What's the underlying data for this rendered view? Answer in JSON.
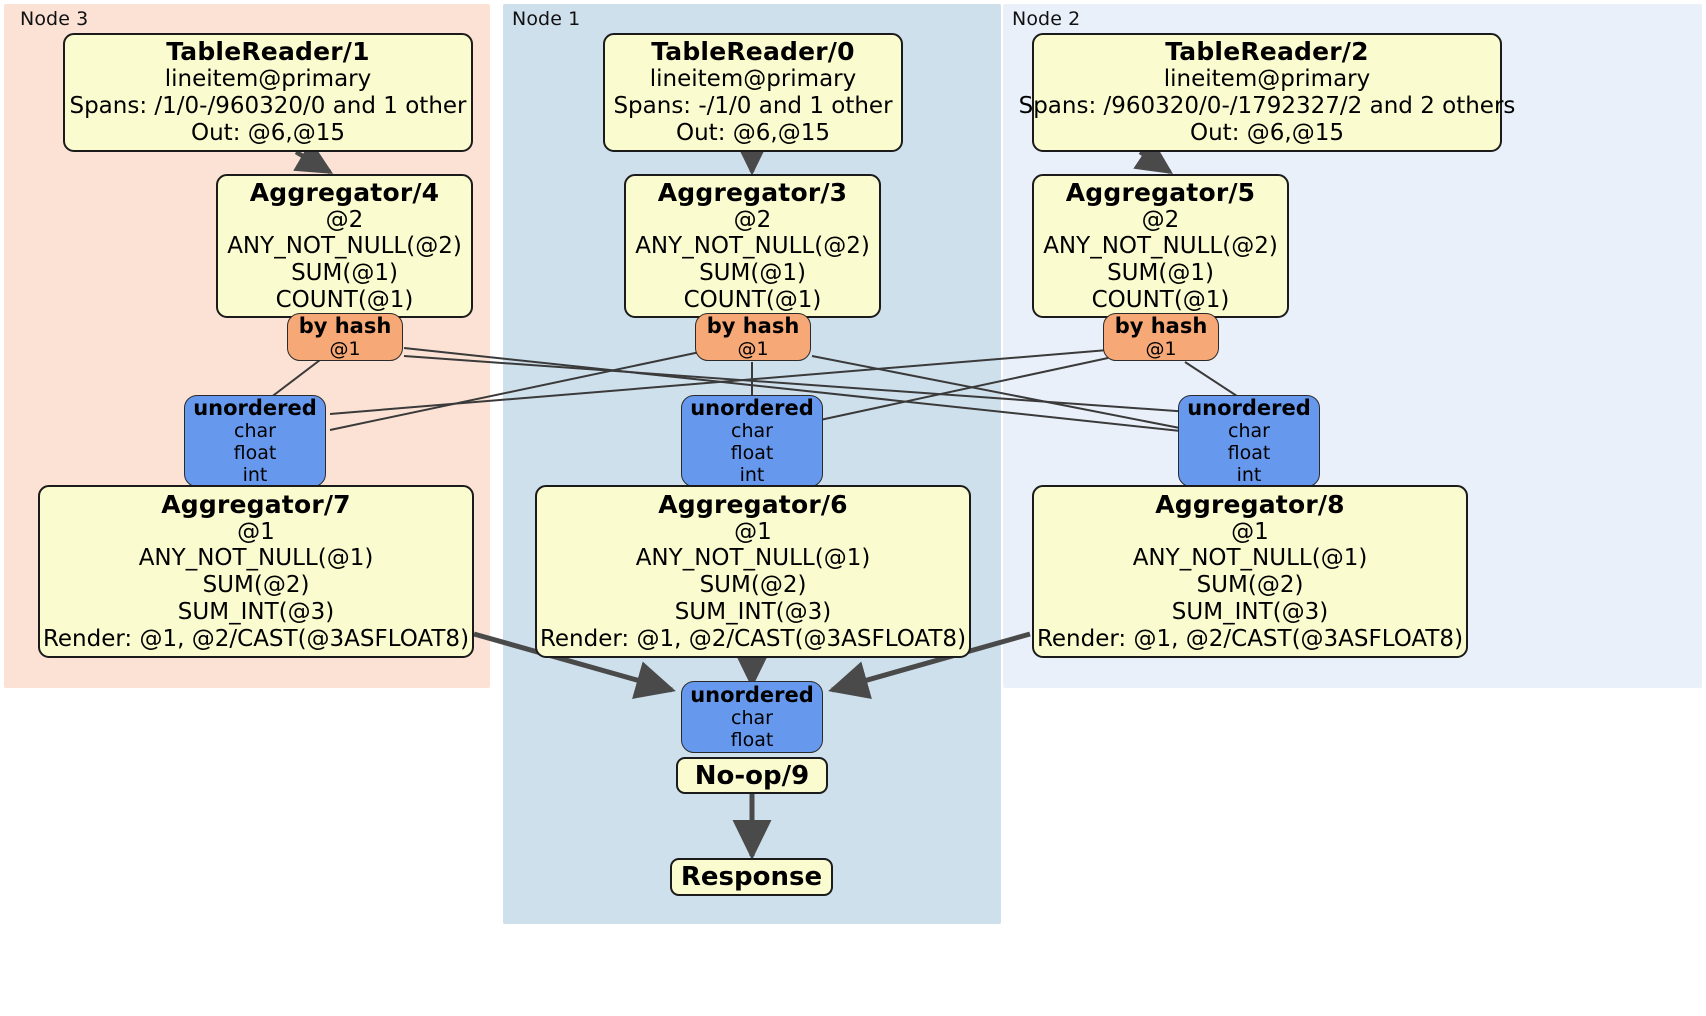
{
  "diagram": {
    "title": "Distributed query plan",
    "colors": {
      "node3_panel": "#fbe2d5",
      "node1_panel": "#cfe0ed",
      "node2_panel": "#eaf0fa",
      "processor_box": "#fbfbd0",
      "processor_border": "#1b1b1b",
      "hash_router": "#f7a877",
      "unordered_router": "#6699ee",
      "edge": "#4a4a4a",
      "thin_edge": "#3a3a3a"
    }
  },
  "panels": [
    {
      "id": "node3",
      "label": "Node 3"
    },
    {
      "id": "node1",
      "label": "Node 1"
    },
    {
      "id": "node2",
      "label": "Node 2"
    }
  ],
  "processors": {
    "tablereader_1": {
      "title": "TableReader/1",
      "lines": [
        "lineitem@primary",
        "Spans: /1/0-/960320/0 and 1 other",
        "Out: @6,@15"
      ]
    },
    "tablereader_0": {
      "title": "TableReader/0",
      "lines": [
        "lineitem@primary",
        "Spans: -/1/0 and 1 other",
        "Out: @6,@15"
      ]
    },
    "tablereader_2": {
      "title": "TableReader/2",
      "lines": [
        "lineitem@primary",
        "Spans: /960320/0-/1792327/2 and 2 others",
        "Out: @6,@15"
      ]
    },
    "aggregator_4": {
      "title": "Aggregator/4",
      "lines": [
        "@2",
        "ANY_NOT_NULL(@2)",
        "SUM(@1)",
        "COUNT(@1)"
      ]
    },
    "aggregator_3": {
      "title": "Aggregator/3",
      "lines": [
        "@2",
        "ANY_NOT_NULL(@2)",
        "SUM(@1)",
        "COUNT(@1)"
      ]
    },
    "aggregator_5": {
      "title": "Aggregator/5",
      "lines": [
        "@2",
        "ANY_NOT_NULL(@2)",
        "SUM(@1)",
        "COUNT(@1)"
      ]
    },
    "aggregator_7": {
      "title": "Aggregator/7",
      "lines": [
        "@1",
        "ANY_NOT_NULL(@1)",
        "SUM(@2)",
        "SUM_INT(@3)",
        "Render: @1, @2/CAST(@3ASFLOAT8)"
      ]
    },
    "aggregator_6": {
      "title": "Aggregator/6",
      "lines": [
        "@1",
        "ANY_NOT_NULL(@1)",
        "SUM(@2)",
        "SUM_INT(@3)",
        "Render: @1, @2/CAST(@3ASFLOAT8)"
      ]
    },
    "aggregator_8": {
      "title": "Aggregator/8",
      "lines": [
        "@1",
        "ANY_NOT_NULL(@1)",
        "SUM(@2)",
        "SUM_INT(@3)",
        "Render: @1, @2/CAST(@3ASFLOAT8)"
      ]
    },
    "noop_9": {
      "title": "No-op/9"
    },
    "response": {
      "title": "Response"
    }
  },
  "routers": {
    "hash_left": {
      "title": "by hash",
      "lines": [
        "@1"
      ]
    },
    "hash_mid": {
      "title": "by hash",
      "lines": [
        "@1"
      ]
    },
    "hash_right": {
      "title": "by hash",
      "lines": [
        "@1"
      ]
    },
    "unord_left": {
      "title": "unordered",
      "lines": [
        "char",
        "float",
        "int"
      ]
    },
    "unord_mid": {
      "title": "unordered",
      "lines": [
        "char",
        "float",
        "int"
      ]
    },
    "unord_right": {
      "title": "unordered",
      "lines": [
        "char",
        "float",
        "int"
      ]
    },
    "unord_final": {
      "title": "unordered",
      "lines": [
        "char",
        "float"
      ]
    }
  }
}
